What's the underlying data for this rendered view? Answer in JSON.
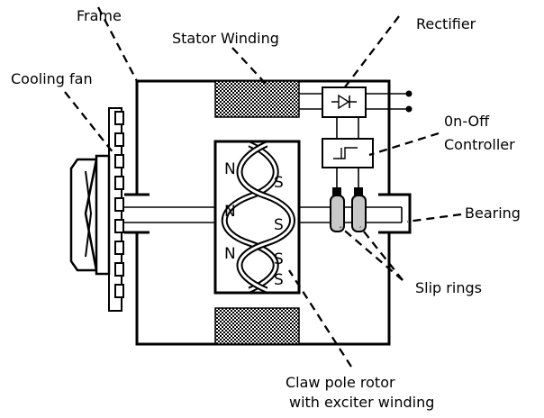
{
  "labels": {
    "frame": "Frame",
    "stator_winding": "Stator Winding",
    "rectifier": "Rectifier",
    "cooling_fan": "Cooling fan",
    "controller_line1": "0n-Off",
    "controller_line2": "Controller",
    "bearing": "Bearing",
    "slip_rings": "Slip rings",
    "rotor_line1": "Claw pole rotor",
    "rotor_line2": "with exciter winding"
  },
  "poles": {
    "north": [
      "N",
      "N",
      "N"
    ],
    "south": [
      "S",
      "S",
      "S",
      "S"
    ]
  }
}
